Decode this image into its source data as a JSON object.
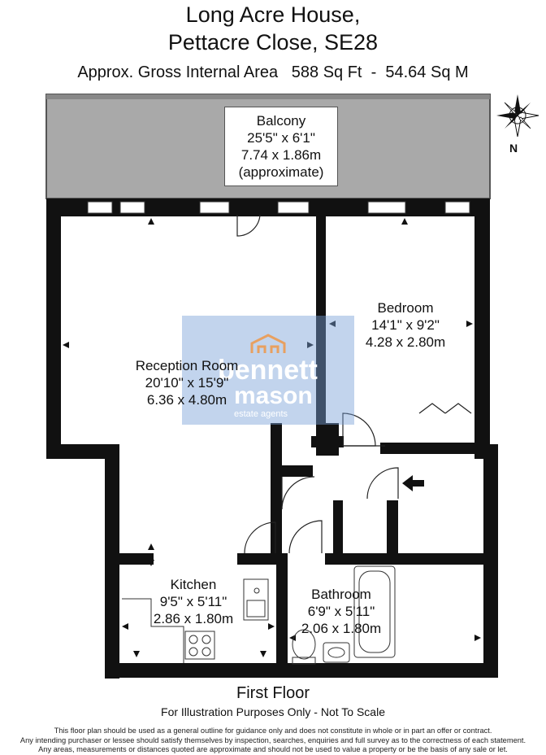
{
  "header": {
    "title_line1": "Long Acre House,",
    "title_line2": "Pettacre Close, SE28",
    "area_line": "Approx. Gross Internal Area   588 Sq Ft  -  54.64 Sq M"
  },
  "compass": {
    "north_label": "N",
    "icon": "compass-rose-icon"
  },
  "rooms": {
    "balcony": {
      "name": "Balcony",
      "imperial": "25'5\" x 6'1\"",
      "metric": "7.74 x 1.86m",
      "note": "(approximate)"
    },
    "bedroom": {
      "name": "Bedroom",
      "imperial": "14'1\" x 9'2\"",
      "metric": "4.28 x 2.80m"
    },
    "reception": {
      "name": "Reception Room",
      "imperial": "20'10\" x 15'9\"",
      "metric": "6.36 x 4.80m"
    },
    "kitchen": {
      "name": "Kitchen",
      "imperial": "9'5\" x 5'11\"",
      "metric": "2.86 x 1.80m"
    },
    "bathroom": {
      "name": "Bathroom",
      "imperial": "6'9\" x 5'11\"",
      "metric": "2.06 x 1.80m"
    }
  },
  "watermark": {
    "line1": "bennett",
    "line2": "mason",
    "line3": "estate agents"
  },
  "footer": {
    "floor": "First Floor",
    "scale_note": "For Illustration Purposes Only - Not To Scale",
    "disclaimer_line1": "This floor plan should be used as a general outline for guidance only and does not constitute in whole or in part an offer or contract.",
    "disclaimer_line2": "Any intending purchaser or lessee should satisfy themselves by inspection, searches, enquiries and full survey as to the correctness of each statement.",
    "disclaimer_line3": "Any areas, measurements or distances quoted are approximate and should not be used to value a property or be the basis of any sale or let."
  },
  "colors": {
    "wall": "#111111",
    "balcony_fill": "#a9a9a9",
    "watermark": "#7aa0d6",
    "watermark_accent": "#e8a060"
  }
}
